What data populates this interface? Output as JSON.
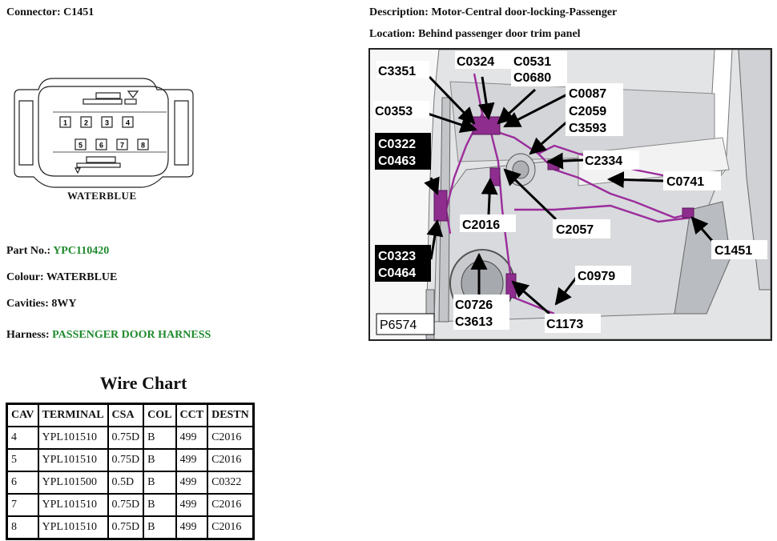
{
  "connector": {
    "label": "Connector:",
    "value": "C1451"
  },
  "connector_drawing": {
    "color_label": "WATERBLUE",
    "top_row_pins": [
      "1",
      "2",
      "3",
      "4"
    ],
    "bottom_row_pins": [
      "5",
      "6",
      "7",
      "8"
    ]
  },
  "description": {
    "label": "Description:",
    "value": "Motor-Central door-locking-Passenger"
  },
  "location": {
    "label": "Location:",
    "value": "Behind passenger door trim panel"
  },
  "part_no": {
    "label": "Part No.:",
    "value": "YPC110420"
  },
  "colour": {
    "label": "Colour:",
    "value": "WATERBLUE"
  },
  "cavities": {
    "label": "Cavities:",
    "value": "8WY"
  },
  "harness": {
    "label": "Harness:",
    "value": "PASSENGER DOOR HARNESS"
  },
  "wire_chart": {
    "title": "Wire Chart",
    "columns": [
      "CAV",
      "TERMINAL",
      "CSA",
      "COL",
      "CCT",
      "DESTN"
    ],
    "rows": [
      [
        "4",
        "YPL101510",
        "0.75D",
        "B",
        "499",
        "C2016"
      ],
      [
        "5",
        "YPL101510",
        "0.75D",
        "B",
        "499",
        "C2016"
      ],
      [
        "6",
        "YPL101500",
        "0.5D",
        "B",
        "499",
        "C0322"
      ],
      [
        "7",
        "YPL101510",
        "0.75D",
        "B",
        "499",
        "C2016"
      ],
      [
        "8",
        "YPL101510",
        "0.75D",
        "B",
        "499",
        "C2016"
      ]
    ]
  },
  "diagram": {
    "figure_id": "P6574",
    "callouts": {
      "c3351": "C3351",
      "c0324": "C0324",
      "c0531": "C0531",
      "c0680": "C0680",
      "c0087": "C0087",
      "c0353": "C0353",
      "c2059": "C2059",
      "c3593": "C3593",
      "c0322": "C0322",
      "c0463": "C0463",
      "c2334": "C2334",
      "c0741": "C0741",
      "c2016": "C2016",
      "c2057": "C2057",
      "c1451": "C1451",
      "c0323": "C0323",
      "c0464": "C0464",
      "c0979": "C0979",
      "c0726": "C0726",
      "c3613": "C3613",
      "c1173": "C1173"
    },
    "harness_color": "#9b2c9b"
  }
}
